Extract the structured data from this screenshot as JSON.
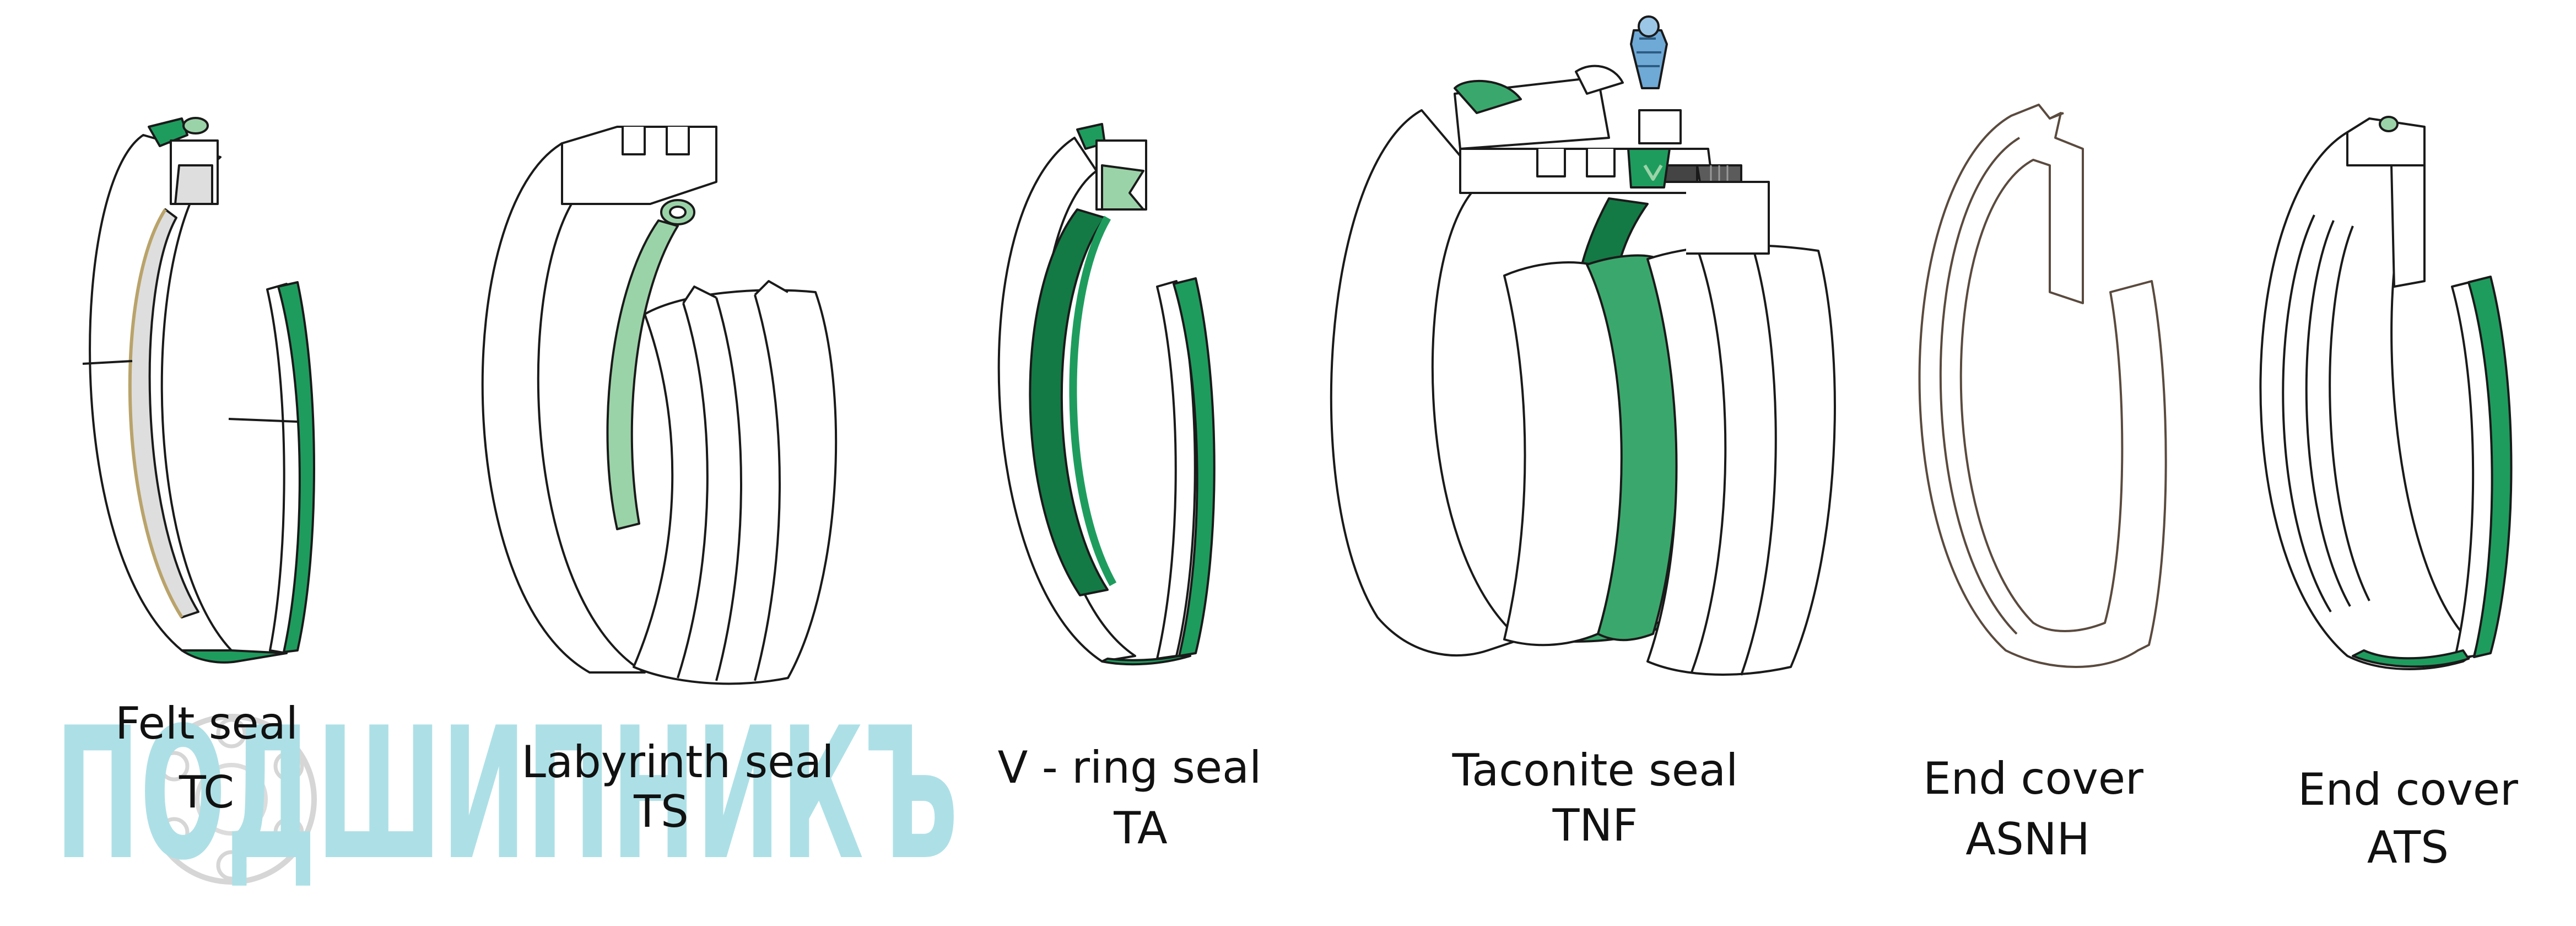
{
  "colors": {
    "seal_green": "#1e9c5e",
    "seal_dark_green": "#137a45",
    "seal_light_green": "#9bd3a8",
    "felt_grey": "#dedede",
    "outline": "#1a1a1a",
    "watermark": "#9fdbe2",
    "label": "#111111"
  },
  "watermark": {
    "text": "ПОДШИПНИКЪ",
    "icon": "bearing-logo-icon"
  },
  "seals": [
    {
      "name": "Felt seal",
      "code": "TC"
    },
    {
      "name": "Labyrinth seal",
      "code": "TS"
    },
    {
      "name": "V - ring seal",
      "code": "TA"
    },
    {
      "name": "Taconite seal",
      "code": "TNF"
    },
    {
      "name": "End cover",
      "code": "ASNH"
    },
    {
      "name": "End cover",
      "code": "ATS"
    }
  ]
}
